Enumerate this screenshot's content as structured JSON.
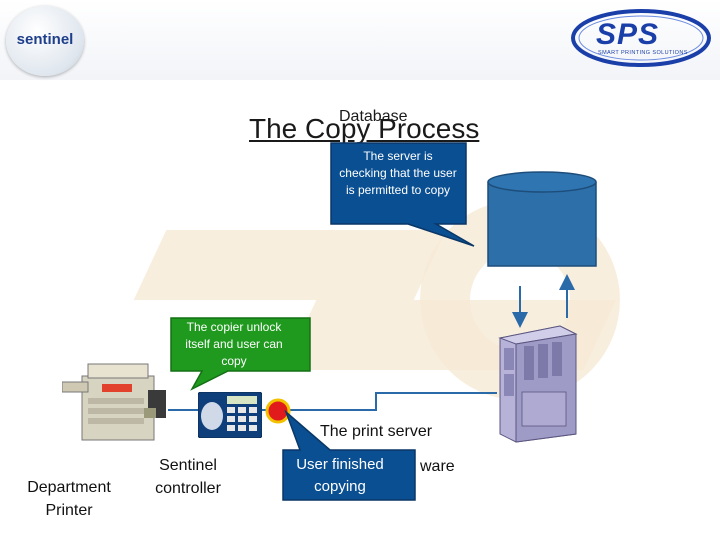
{
  "slide": {
    "title": "The Copy Process",
    "database_label": "Database",
    "server_bubble": "The server is checking that the user is permitted to copy",
    "copier_bubble": "The copier unlock itself and user can copy",
    "finished_bubble": "User finished copying",
    "print_server_label": "The print server",
    "software_label_partial": "ware",
    "department_printer_label": "Department Printer",
    "sentinel_controller_label": "Sentinel controller"
  },
  "logos": {
    "left": "sentinel",
    "right_brand": "SPS",
    "right_tagline": "SMART PRINTING SOLUTIONS"
  },
  "colors": {
    "callout_fill": "#0a4f92",
    "callout_fill_green": "#1f9a1f",
    "cylinder_fill": "#2d6fa8",
    "arrow": "#2a6aa8",
    "background_shape": "#f3e3c6",
    "button_red": "#e11b1b",
    "button_ring": "#f2c200",
    "server_body": "#b6b2d8"
  }
}
